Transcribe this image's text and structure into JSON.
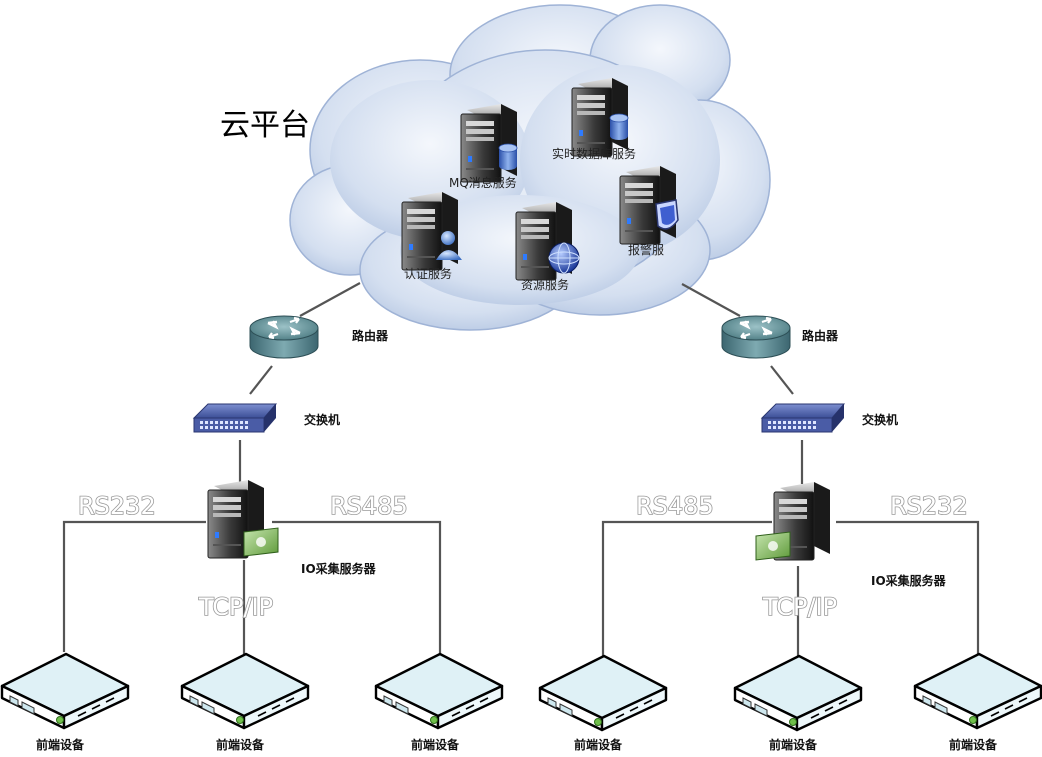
{
  "cloud": {
    "title": "云平台"
  },
  "services": {
    "mq": "MQ消息服务",
    "realtime_db": "实时数据库服务",
    "auth": "认证服务",
    "resource": "资源服务",
    "alarm": "报警服"
  },
  "left": {
    "router": "路由器",
    "switch": "交换机",
    "io_server": "IO采集服务器",
    "proto_left": "RS232",
    "proto_right": "RS485",
    "proto_bottom": "TCP/IP",
    "devices": [
      "前端设备",
      "前端设备",
      "前端设备"
    ]
  },
  "right": {
    "router": "路由器",
    "switch": "交换机",
    "io_server": "IO采集服务器",
    "proto_left": "RS485",
    "proto_right": "RS232",
    "proto_bottom": "TCP/IP",
    "devices": [
      "前端设备",
      "前端设备",
      "前端设备"
    ]
  },
  "colors": {
    "cloud_fill": "#c9d7ec",
    "router_body": "#4f7f86",
    "switch_body": "#3a4c8f",
    "device_fill": "#dff1f6"
  }
}
